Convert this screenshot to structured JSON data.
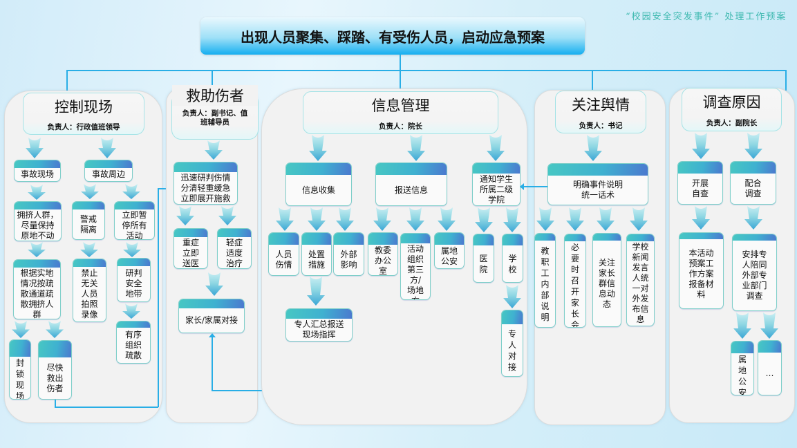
{
  "subtitle": "“校园安全突发事件” 处理工作预案",
  "title": "出现人员聚集、踩踏、有受伤人员，启动应急预案",
  "colors": {
    "accent_line": "#29aee6",
    "node_cap_start": "#47c7c3",
    "node_cap_end": "#4b79cf",
    "subtitle": "#3fb9b0"
  },
  "sections": [
    {
      "title": "控制现场",
      "lead": "负责人：行政值班领导",
      "nodes": {
        "n1": "事故现场",
        "n2": "事故周边",
        "n3": "拥挤人群，\n尽量保持\n原地不动",
        "n4": "警戒\n隔离",
        "n5": "立即暂\n停所有\n活动",
        "n6": "根据实地\n情况按疏\n散通道疏\n散拥挤人\n群",
        "n7": "禁止\n无关\n人员\n拍照\n录像",
        "n8": "研判\n安全\n地带",
        "n9": "有序\n组织\n疏散",
        "n10": "封\n锁\n现\n场",
        "n11": "尽快\n救出\n伤者"
      }
    },
    {
      "title": "救助伤者",
      "lead": "负责人：副书记、值\n班辅导员",
      "nodes": {
        "n1": "迅速研判伤情\n分清轻重缓急\n立即展开施救",
        "n2": "重症\n立即\n送医",
        "n3": "轻症\n适度\n治疗",
        "n4": "家长/家属对接"
      }
    },
    {
      "title": "信息管理",
      "lead": "负责人：院长",
      "nodes": {
        "n1": "信息收集",
        "n2": "报送信息",
        "n3": "通知学生\n所属二级\n学院",
        "n4": "人员\n伤情",
        "n5": "处置\n措施",
        "n6": "外部\n影响",
        "n7": "教委\n办公\n室",
        "n8": "活动\n组织\n第三\n方/\n场地\n方",
        "n9": "属地\n公安",
        "n10": "医\n院",
        "n11": "学\n校",
        "n12": "专人汇总报送\n现场指挥",
        "n13": "专\n人\n对\n接"
      }
    },
    {
      "title": "关注舆情",
      "lead": "负责人：书记",
      "nodes": {
        "n1": "明确事件说明\n统一话术",
        "n2": "教\n职\n工\n内\n部\n说\n明",
        "n3": "必\n要\n时\n召\n开\n家\n长\n会",
        "n4": "关注\n家长\n群信\n息动\n态",
        "n5": "学校\n新闻\n发言\n人统\n一对\n外发\n布信\n息"
      }
    },
    {
      "title": "调查原因",
      "lead": "负责人：副院长",
      "nodes": {
        "n1": "开展\n自查",
        "n2": "配合\n调查",
        "n3": "本活动\n预案工\n作方案\n报备材\n料",
        "n4": "安排专\n人陪同\n外部专\n业部门\n调查",
        "n5": "属\n地\n公\n安",
        "n6": "…"
      }
    }
  ]
}
